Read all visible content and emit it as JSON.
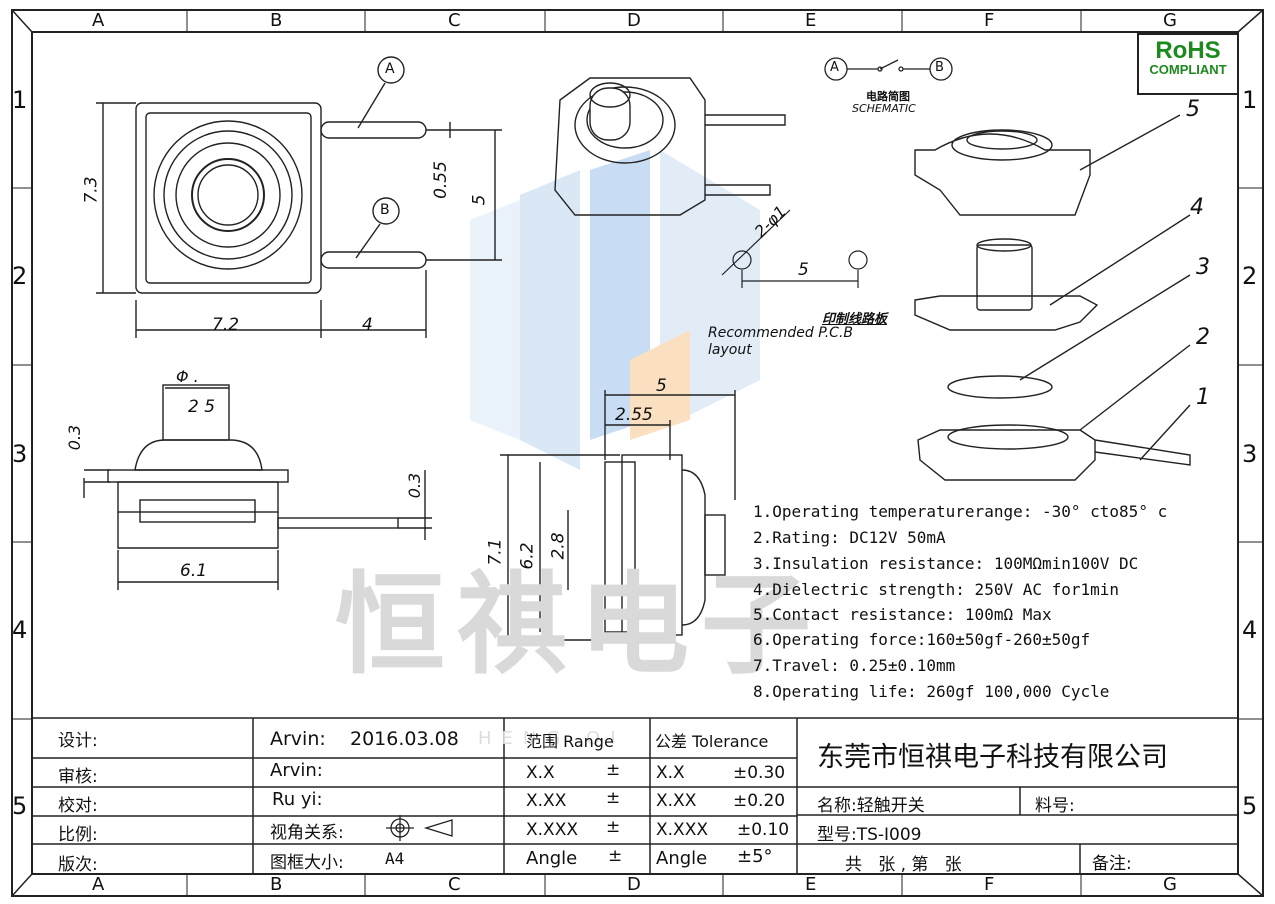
{
  "border": {
    "col_labels": [
      "A",
      "B",
      "C",
      "D",
      "E",
      "F",
      "G"
    ],
    "row_labels": [
      "1",
      "2",
      "3",
      "4",
      "5"
    ]
  },
  "badge": {
    "line1": "RoHS",
    "line2": "COMPLIANT"
  },
  "schematic": {
    "node_a": "A",
    "node_b": "B",
    "title_cn": "电路简图",
    "title_en": "SCHEMATIC"
  },
  "callouts": {
    "a": "A",
    "b": "B"
  },
  "dims": {
    "top_height": "7.3",
    "top_width": "7.2",
    "pin_len": "4",
    "pin_gap": "0.55",
    "pin_pitch": "5",
    "dia_label": "Φ .",
    "dia_val": "2 5",
    "cap_h": "0.3",
    "pin_t": "0.3",
    "side_w": "6.1",
    "s_w5": "5",
    "s_w255": "2.55",
    "s_h71": "7.1",
    "s_h62": "6.2",
    "s_h28": "2.8",
    "pcb_holes": "2-φ1",
    "pcb_pitch": "5"
  },
  "pcb": {
    "title_cn": "印制线路板",
    "en1": "Recommended P.C.B",
    "en2": "layout"
  },
  "parts": [
    "5",
    "4",
    "3",
    "2",
    "1"
  ],
  "specs": [
    "1.Operating temperaturerange: -30° cto85° c",
    "2.Rating: DC12V 50mA",
    "3.Insulation resistance: 100MΩmin100V DC",
    "4.Dielectric strength: 250V AC for1min",
    "5.Contact resistance: 100mΩ  Max",
    "6.Operating force:160±50gf-260±50gf",
    "7.Travel: 0.25±0.10mm",
    "8.Operating life: 260gf 100,000 Cycle"
  ],
  "watermark": {
    "chars": "恒祺电子",
    "faint": "HENG QI"
  },
  "titleblock": {
    "design_label": "设计:",
    "design_val": "Arvin:",
    "design_date": "2016.03.08",
    "review_label": "审核:",
    "review_val": "Arvin:",
    "check_label": "校对:",
    "check_val": "Ru  yi:",
    "scale_label": "比例:",
    "view_label": "视角关系:",
    "version_label": "版次:",
    "frame_label": "图框大小:",
    "frame_val": "A4",
    "range_header": "范围 Range",
    "tol_header": "公差 Tolerance",
    "rows": [
      {
        "range": "X.X",
        "pm": "±",
        "tol_name": "X.X",
        "tol_val": "±0.30"
      },
      {
        "range": "X.XX",
        "pm": "±",
        "tol_name": "X.XX",
        "tol_val": "±0.20"
      },
      {
        "range": "X.XXX",
        "pm": "±",
        "tol_name": "X.XXX",
        "tol_val": "±0.10"
      },
      {
        "range": "Angle",
        "pm": "±",
        "tol_name": "Angle",
        "tol_val": "±5°"
      }
    ],
    "company": "东莞市恒祺电子科技有限公司",
    "name_label": "名称:轻触开关",
    "part_no_label": "料号:",
    "model_label": "型号:TS-I009",
    "sheets": "共   张 , 第   张",
    "remark_label": "备注:"
  }
}
